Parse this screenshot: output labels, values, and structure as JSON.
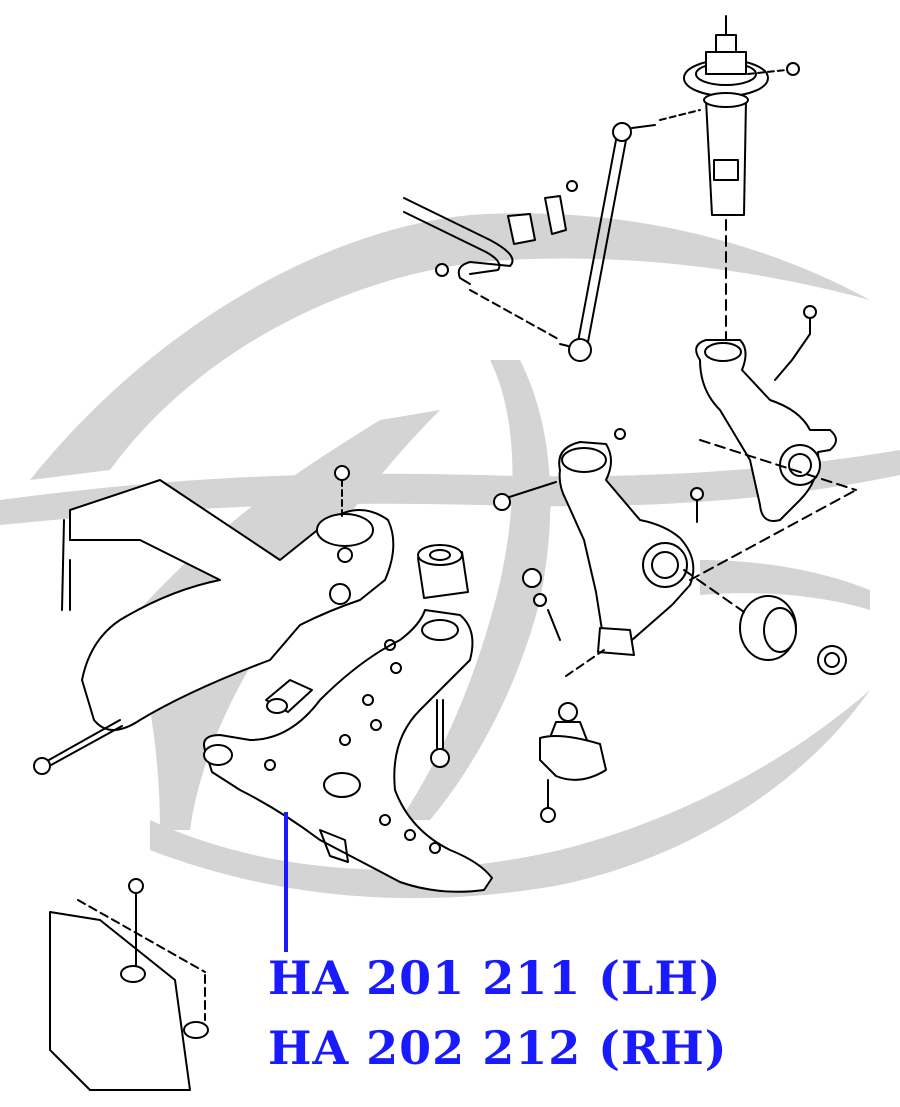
{
  "colors": {
    "label_blue": "#1a1aff",
    "line_art": "#000000",
    "watermark": "#d4d4d4",
    "background": "#ffffff"
  },
  "watermark": {
    "icon": "brand-logo-watermark"
  },
  "labels": {
    "lh": "HA 201 211 (LH)",
    "rh": "HA 202 212 (RH)"
  }
}
